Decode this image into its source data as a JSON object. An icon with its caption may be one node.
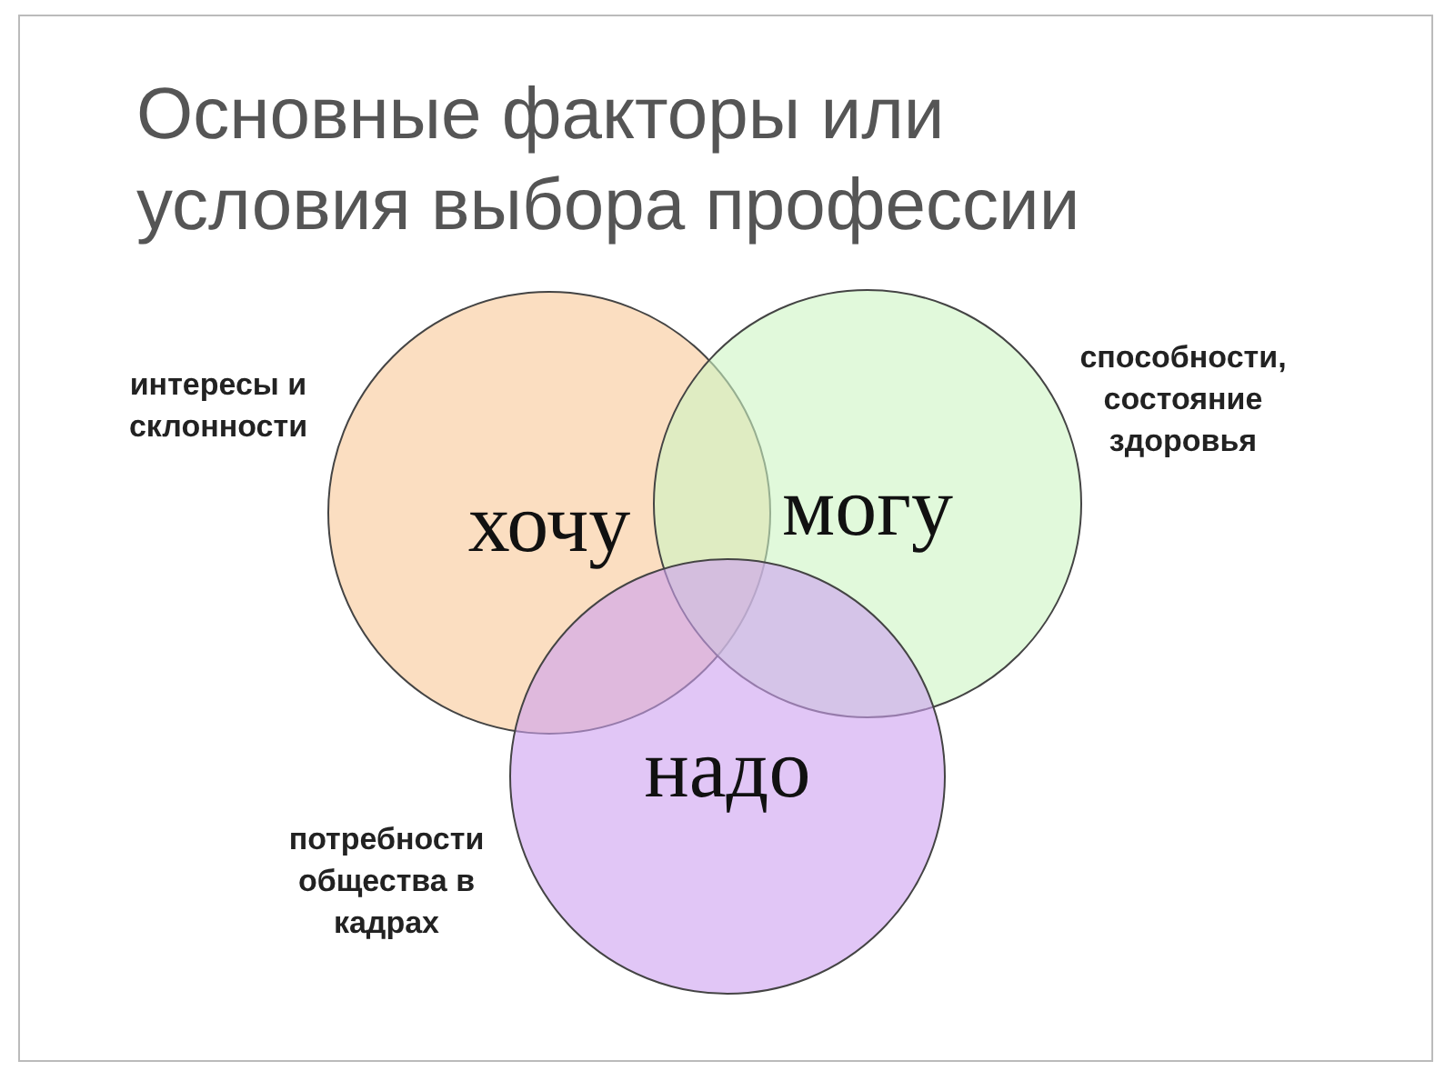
{
  "diagram": {
    "title": "Основные факторы или условия выбора профессии",
    "nodes": [
      {
        "text": [
          "хочу"
        ],
        "beside": [
          "интересы и склонности"
        ]
      },
      {
        "text": [
          "могу"
        ],
        "beside": [
          "способности, состояние здоровья"
        ]
      },
      {
        "text": [
          "надо"
        ],
        "beside": [
          "потребности общества в кадрах"
        ]
      }
    ],
    "edges": []
  }
}
